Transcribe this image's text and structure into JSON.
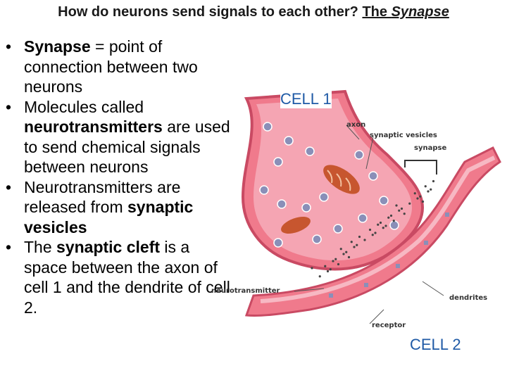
{
  "title": {
    "lead": "How do neurons send signals to each other?",
    "the": "The",
    "synapse": "Synapse"
  },
  "bullets": [
    {
      "b": "Synapse",
      "t": " = point of connection between two neurons"
    },
    {
      "a": "Molecules called ",
      "b": "neurotransmitters",
      "t": " are used to send chemical signals between neurons"
    },
    {
      "a": "Neurotransmitters are released from ",
      "b": "synaptic vesicles"
    },
    {
      "a": "The ",
      "b": "synaptic cleft",
      "t": " is a space between the axon of cell 1 and the dendrite of cell 2."
    }
  ],
  "diagram": {
    "cell1": "CELL 1",
    "cell2": "CELL 2",
    "labels": {
      "axon": "axon",
      "vesicles": "synaptic vesicles",
      "synapse": "synapse",
      "neurotransmitter": "neurotransmitter",
      "dendrites": "dendrites",
      "receptor": "receptor"
    }
  },
  "colors": {
    "cell_body": "#f07a8c",
    "cell_light": "#f7b8c3",
    "membrane": "#c94a63",
    "vesicle": "#8a8fb8",
    "mitochondria": "#c7562f",
    "cell_label": "#1f5aa6"
  }
}
